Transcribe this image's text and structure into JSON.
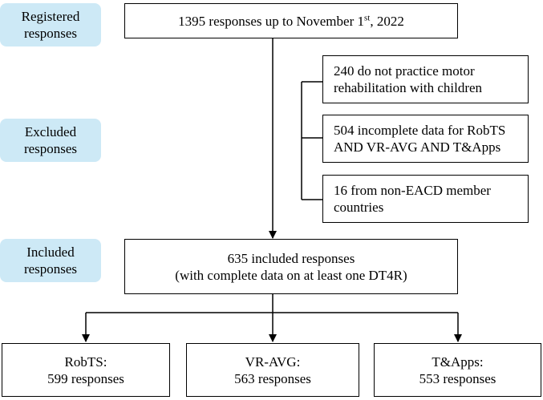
{
  "labels": {
    "registered": [
      "Registered",
      "responses"
    ],
    "excluded": [
      "Excluded",
      "responses"
    ],
    "included": [
      "Included",
      "responses"
    ]
  },
  "top_box": {
    "text_main": "1395 responses up to November 1",
    "text_sup": "st",
    "text_end": ", 2022"
  },
  "exclusions": [
    {
      "lines": [
        "240 do not practice motor",
        "rehabilitation with children"
      ]
    },
    {
      "lines": [
        "504 incomplete data for RobTS",
        "AND VR-AVG AND T&Apps"
      ]
    },
    {
      "lines": [
        "16 from non-EACD member",
        "countries"
      ]
    }
  ],
  "included_box": {
    "lines": [
      "635 included responses",
      "(with complete data on at least one DT4R)"
    ]
  },
  "outcomes": [
    {
      "lines": [
        "RobTS:",
        "599 responses"
      ]
    },
    {
      "lines": [
        "VR-AVG:",
        "563 responses"
      ]
    },
    {
      "lines": [
        "T&Apps:",
        "553 responses"
      ]
    }
  ]
}
